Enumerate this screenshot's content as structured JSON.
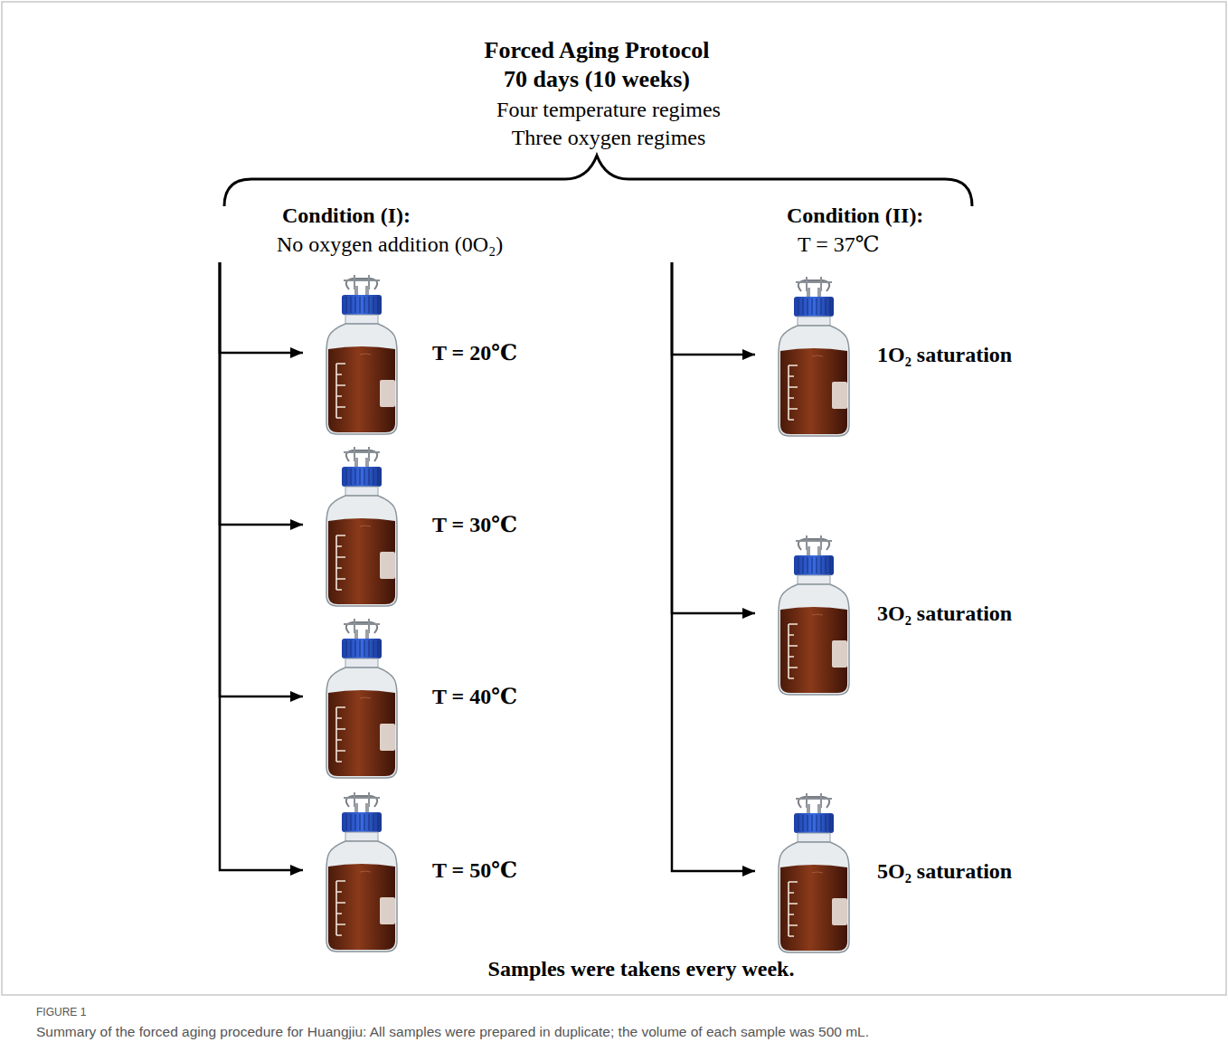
{
  "diagram": {
    "title": "Forced Aging Protocol",
    "caption": "Summary of the forced aging procedure for Huangjiu: All samples were prepared in duplicate; the volume of each sample was 500 mL.",
    "nodes": [
      {
        "text": [
          "Condition (I):",
          "No oxygen addition (0O₂)"
        ]
      },
      {
        "text": [
          "T = 20℃"
        ]
      },
      {
        "text": [
          "T = 30℃"
        ]
      },
      {
        "text": [
          "T = 40℃"
        ]
      },
      {
        "text": [
          "T = 50℃"
        ]
      },
      {
        "text": [
          "Condition (II):",
          "T = 37℃"
        ]
      },
      {
        "text": [
          "1O₂ saturation"
        ]
      },
      {
        "text": [
          "3O₂ saturation"
        ]
      },
      {
        "text": [
          "5O₂ saturation"
        ]
      }
    ],
    "edges": [
      {
        "from": 0,
        "to": 1,
        "arrow": "to"
      },
      {
        "from": 0,
        "to": 2,
        "arrow": "to"
      },
      {
        "from": 0,
        "to": 3,
        "arrow": "to"
      },
      {
        "from": 0,
        "to": 4,
        "arrow": "to"
      },
      {
        "from": 5,
        "to": 6,
        "arrow": "to"
      },
      {
        "from": 5,
        "to": 7,
        "arrow": "to"
      },
      {
        "from": 5,
        "to": 8,
        "arrow": "to"
      }
    ],
    "labels": [
      "70 days (10 weeks)",
      "Four temperature regimes",
      "Three oxygen regimes",
      "Samples were takens every week.",
      "FIGURE 1"
    ]
  }
}
